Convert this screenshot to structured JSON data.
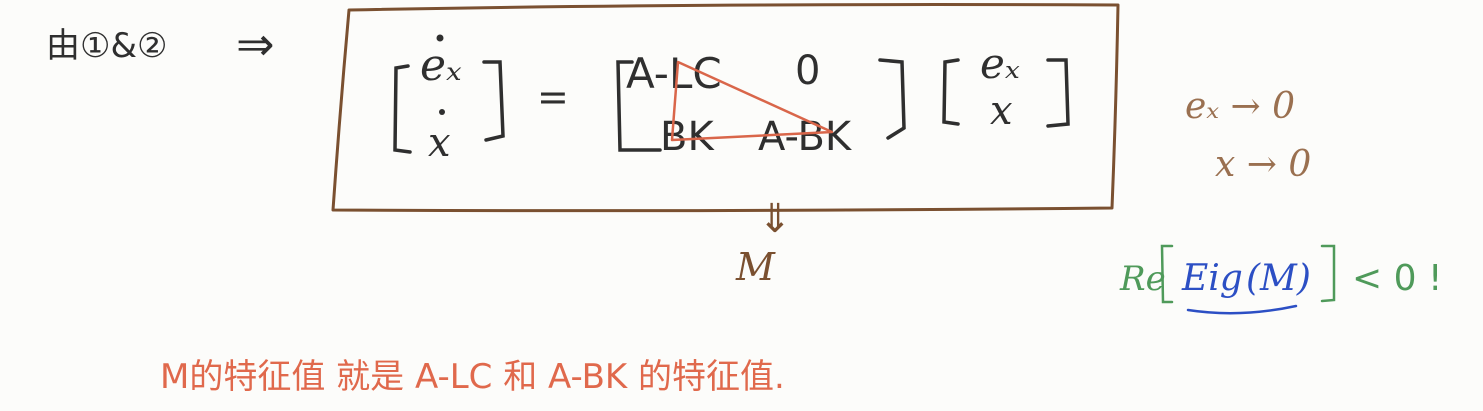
{
  "colors": {
    "ink": "#2f2f2f",
    "brown": "#7a5030",
    "brown_light": "#9a7050",
    "red": "#d9664a",
    "red_text": "#e0694c",
    "green": "#4f9a5a",
    "blue": "#2c4fc4"
  },
  "header": {
    "from_label": "由①&②",
    "implies": "⇒"
  },
  "equation": {
    "lhs_top": "eₓ",
    "lhs_bottom": "x",
    "equals": "=",
    "m11": "A-LC",
    "m12": "0",
    "m21": "BK",
    "m22": "A-BK",
    "rhs_top": "eₓ",
    "rhs_bottom": "x",
    "down_arrow": "⇓",
    "matrix_name": "M"
  },
  "convergence": {
    "line1": "eₓ → 0",
    "line2": "x → 0"
  },
  "condition": {
    "re_label": "Re",
    "eig_label": "Eig",
    "arg": "(M)",
    "relation": "< 0 !"
  },
  "statement": {
    "text": "M的特征值 就是 A-LC 和 A-BK 的特征值."
  }
}
